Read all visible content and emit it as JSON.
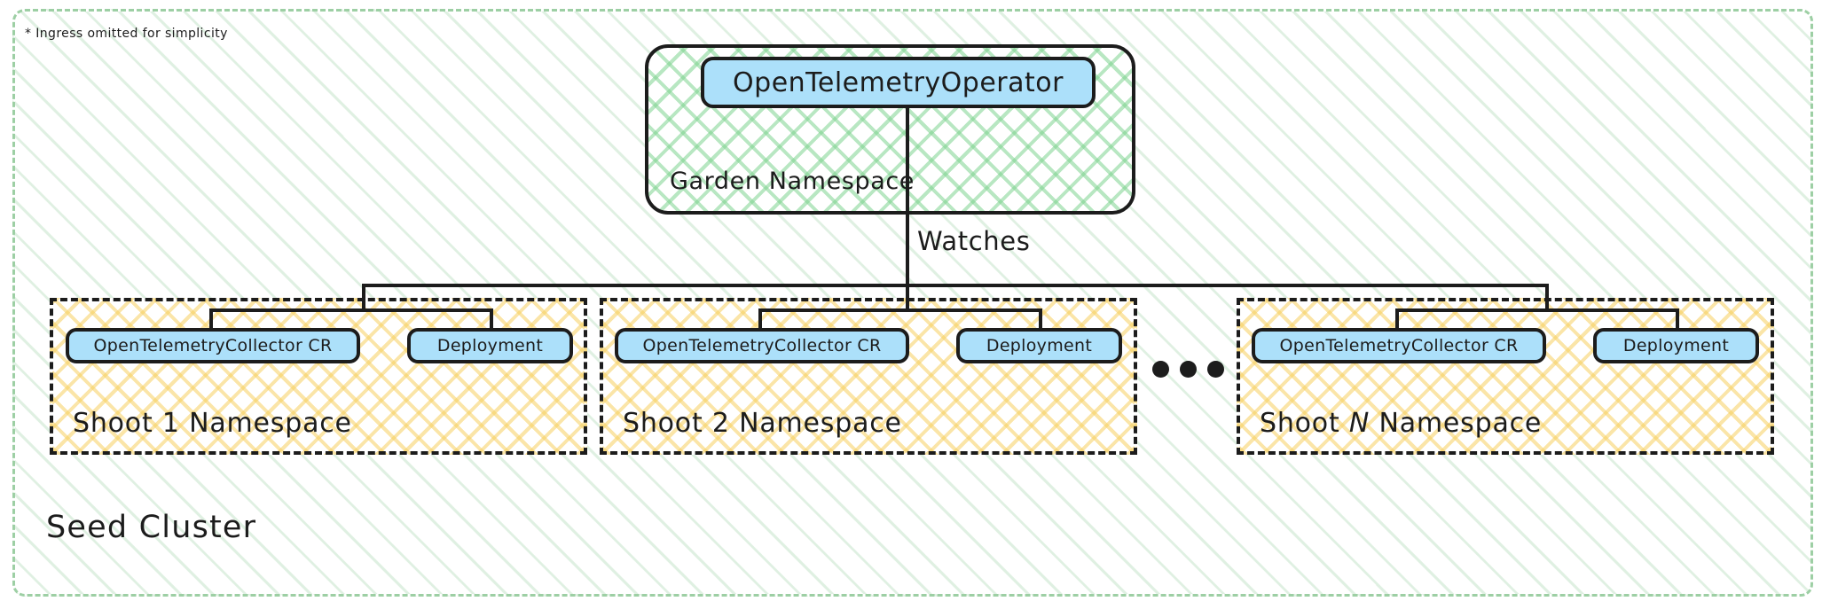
{
  "diagram": {
    "note": "* Ingress omitted for simplicity",
    "seed_cluster_label": "Seed Cluster",
    "garden": {
      "namespace_label": "Garden Namespace",
      "operator_label": "OpenTelemetryOperator"
    },
    "edge_label": "Watches",
    "ellipsis": "...",
    "shoots": [
      {
        "namespace_label_prefix": "Shoot ",
        "namespace_index": "1",
        "namespace_label_suffix": " Namespace",
        "cr_label": "OpenTelemetryCollector CR",
        "deployment_label": "Deployment"
      },
      {
        "namespace_label_prefix": "Shoot ",
        "namespace_index": "2",
        "namespace_label_suffix": " Namespace",
        "cr_label": "OpenTelemetryCollector CR",
        "deployment_label": "Deployment"
      },
      {
        "namespace_label_prefix": "Shoot ",
        "namespace_index": "N",
        "namespace_label_suffix": " Namespace",
        "cr_label": "OpenTelemetryCollector CR",
        "deployment_label": "Deployment"
      }
    ],
    "colors": {
      "node_fill": "#ace0fa",
      "node_stroke": "#1c1c1c",
      "garden_hatch": "#7ed38f",
      "shoot_hatch": "#f7d060",
      "seed_border": "#9dcfa4",
      "text": "#1c1c1c"
    }
  }
}
